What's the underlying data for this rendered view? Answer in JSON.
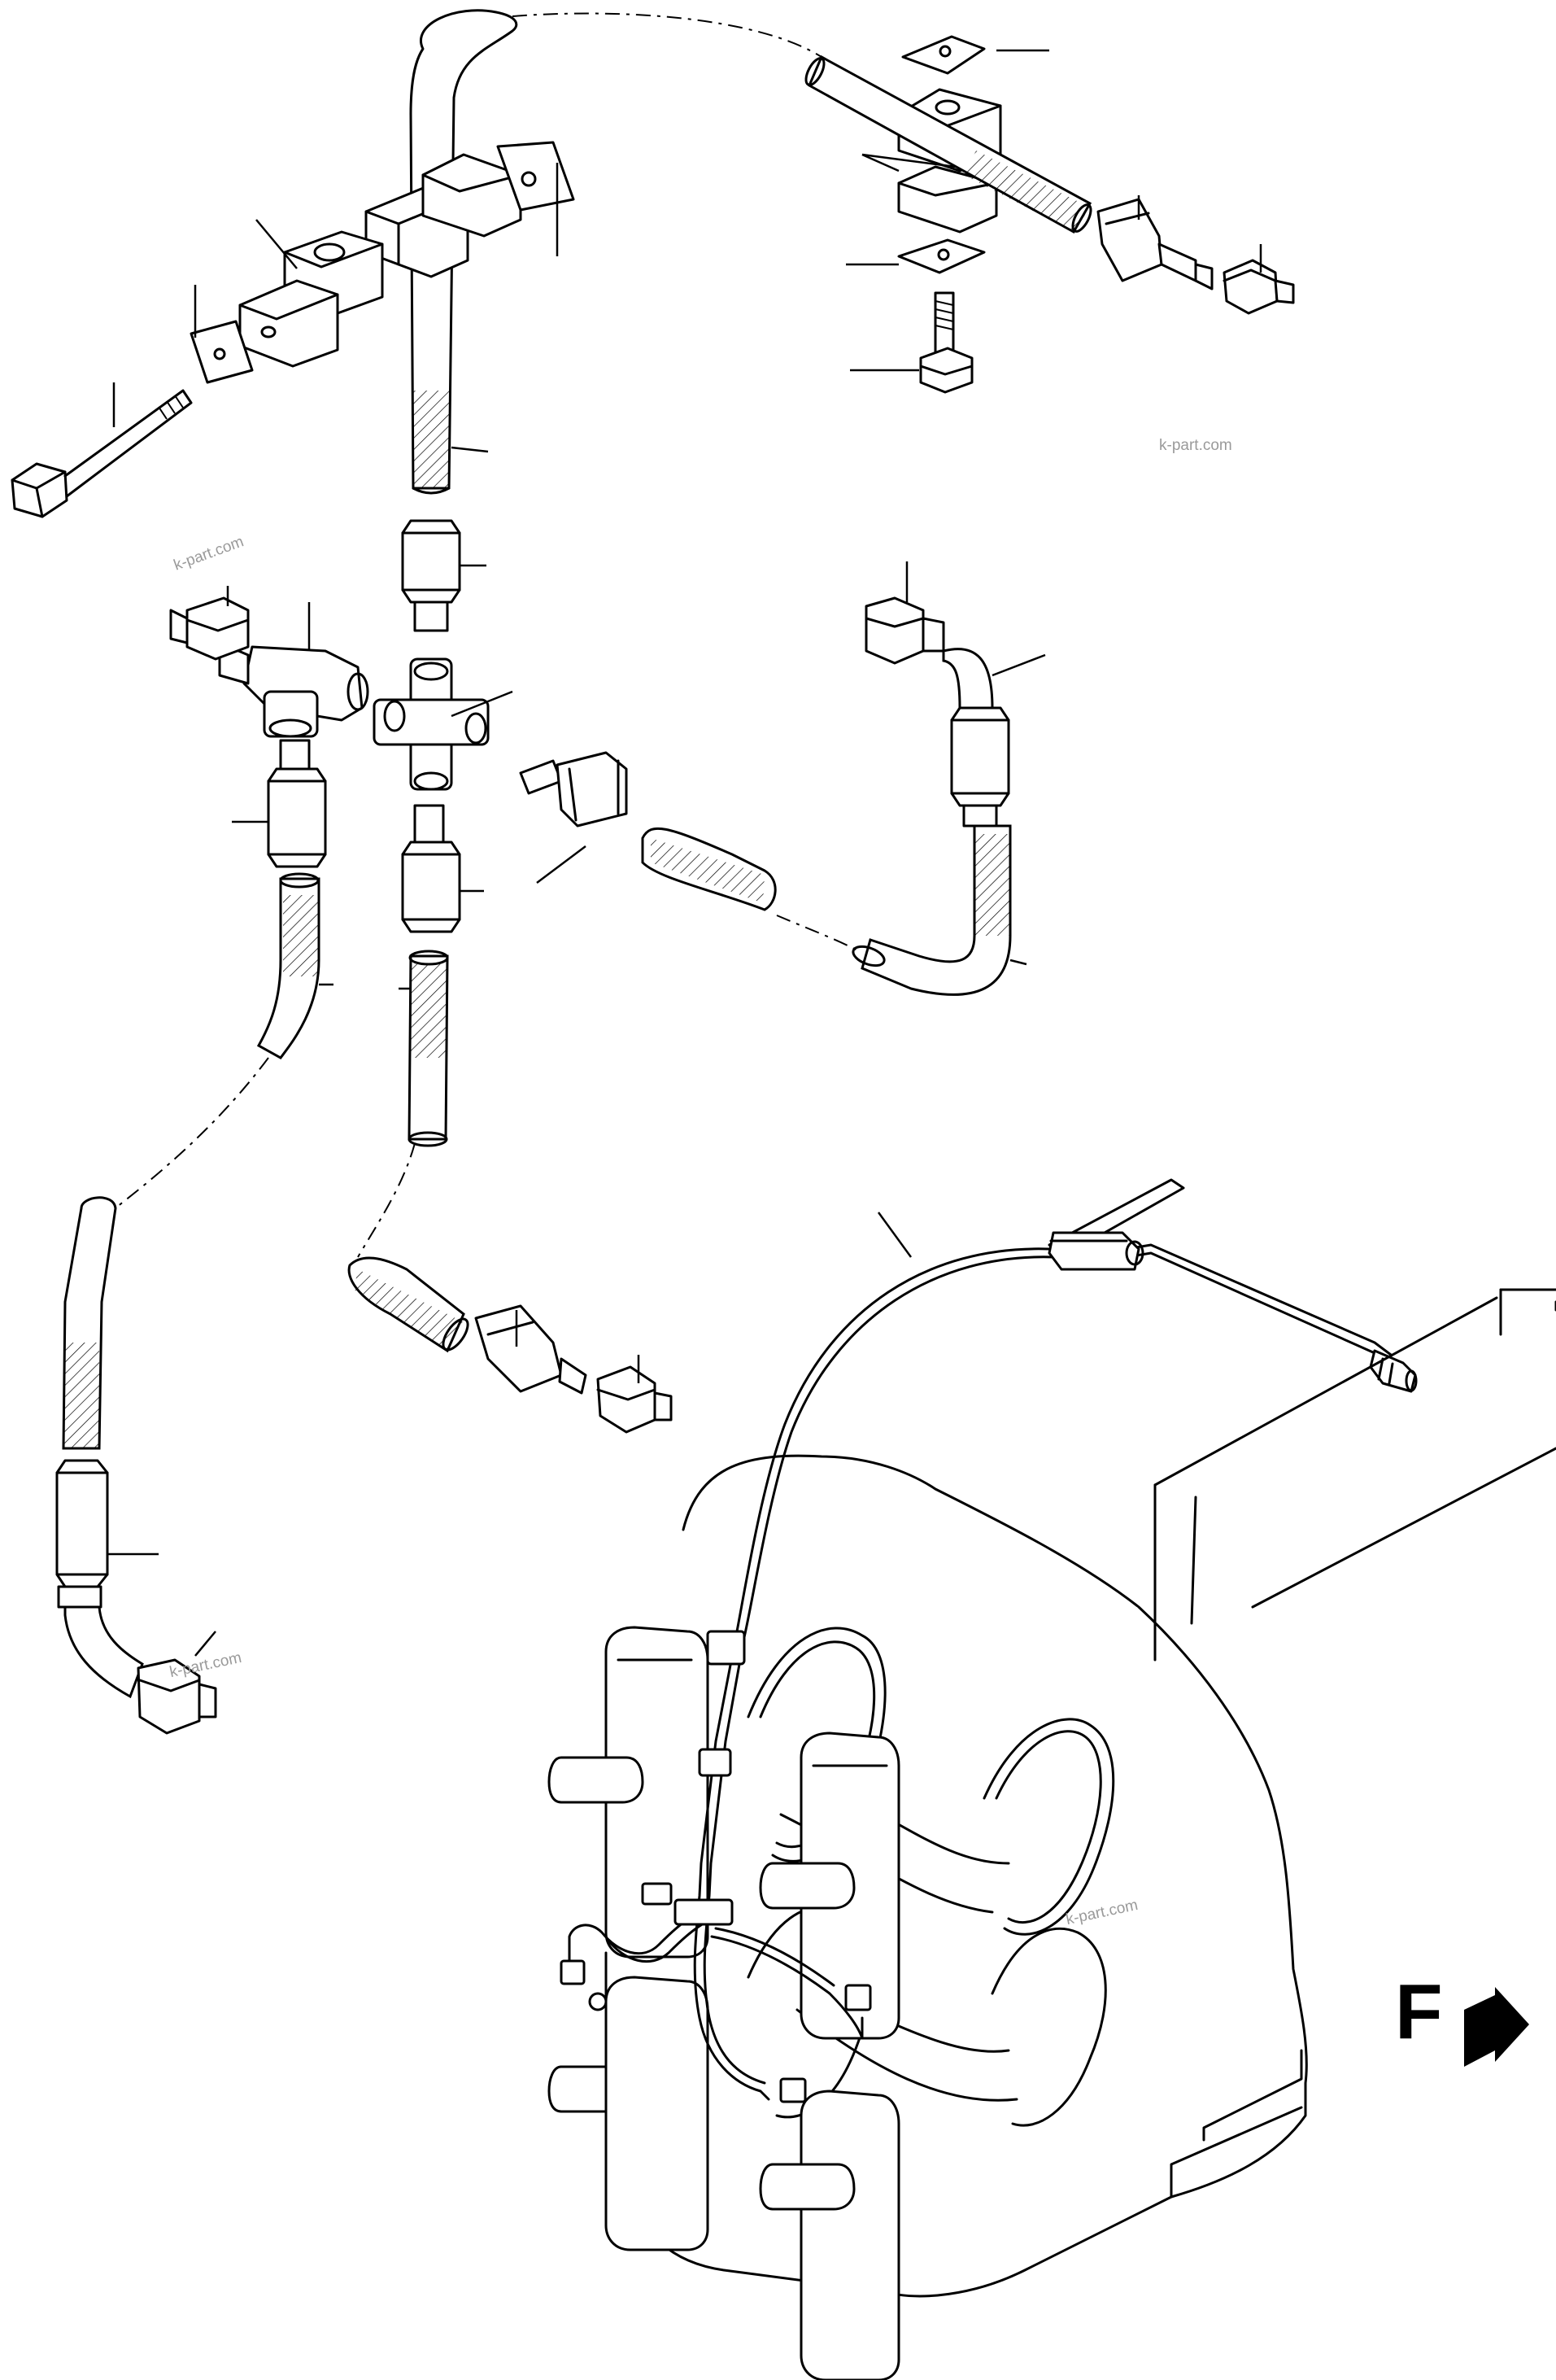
{
  "watermarks": [
    "k-part.com",
    "k-part.com",
    "k-part.com",
    "k-part.com"
  ],
  "direction_label": "F",
  "icons": {
    "direction": "right-arrow-icon"
  },
  "colors": {
    "line": "#000000",
    "watermark": "#9a9a9a",
    "background": "#ffffff"
  }
}
